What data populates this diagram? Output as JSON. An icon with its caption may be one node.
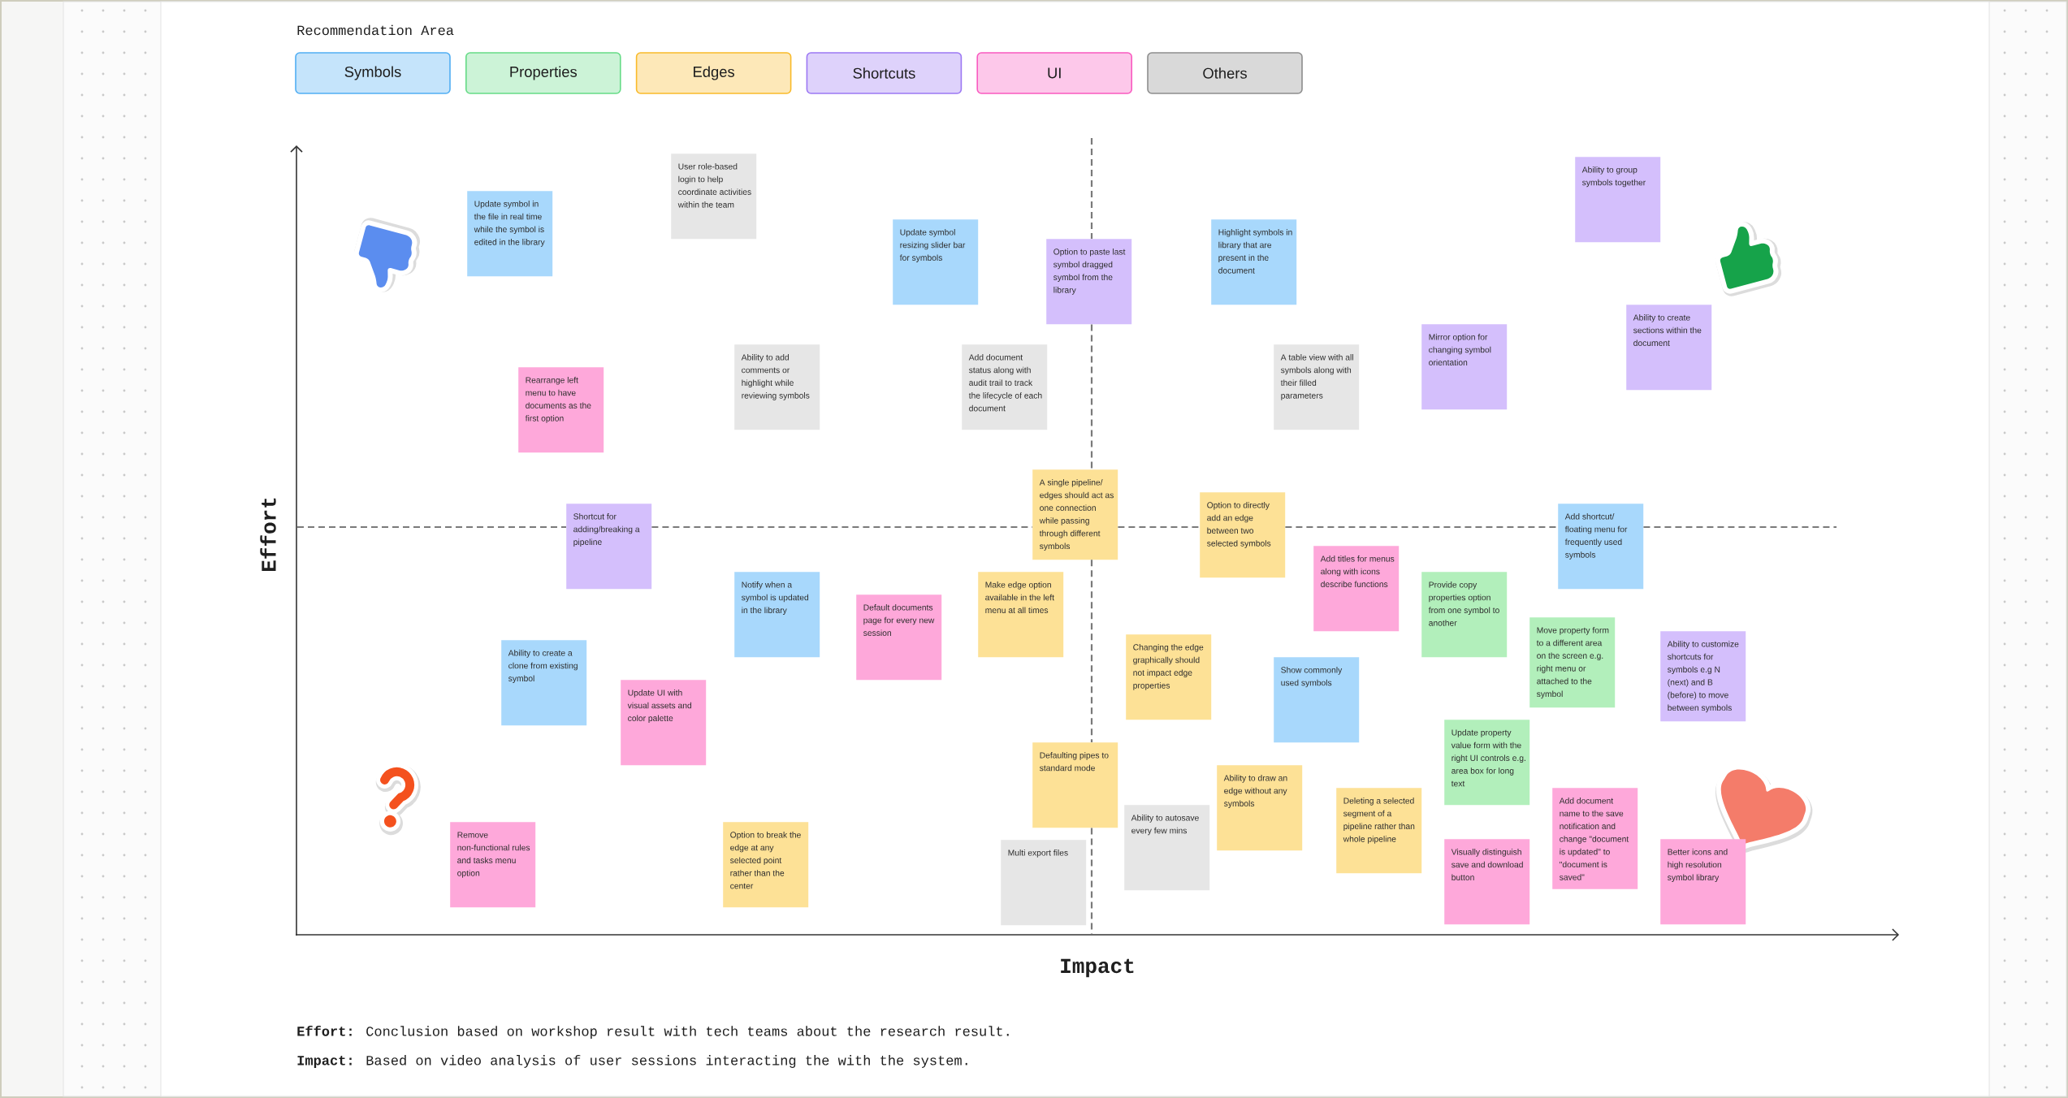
{
  "diagram": {
    "nodes": [
      {
        "text": [
          "User role-based login to help coordinate activities within the team"
        ]
      },
      {
        "text": [
          "Ability to group symbols together"
        ]
      },
      {
        "text": [
          "Update symbol in the file in real time while the symbol is edited in the library"
        ]
      },
      {
        "text": [
          "Update symbol resizing slider bar for symbols"
        ]
      },
      {
        "text": [
          "Highlight symbols in library that are present in the document"
        ]
      },
      {
        "text": [
          "Option to paste last symbol dragged symbol from the library"
        ]
      },
      {
        "text": [
          "Ability to create sections within the document"
        ]
      },
      {
        "text": [
          "Mirror option for changing symbol orientation"
        ]
      },
      {
        "text": [
          "Ability to add comments or highlight while reviewing symbols"
        ]
      },
      {
        "text": [
          "Add document status along with audit trail to track the lifecycle of each document"
        ]
      },
      {
        "text": [
          "A table view with all symbols along with their filled parameters"
        ]
      },
      {
        "text": [
          "Rearrange left menu to have documents as the first option"
        ]
      },
      {
        "text": [
          "A single pipeline/ edges should act as one connection while passing through different symbols"
        ]
      },
      {
        "text": [
          "Option to directly add an edge between two selected symbols"
        ]
      },
      {
        "text": [
          "Shortcut for adding/breaking a pipeline"
        ]
      },
      {
        "text": [
          "Add shortcut/ floating menu for frequently used symbols"
        ]
      },
      {
        "text": [
          "Add titles for menus along with icons describe functions"
        ]
      },
      {
        "text": [
          "Notify when a symbol is updated in the library"
        ]
      },
      {
        "text": [
          "Make edge option available in the left menu at all times"
        ]
      },
      {
        "text": [
          "Provide copy properties option from one symbol to another"
        ]
      },
      {
        "text": [
          "Default documents page for every new session"
        ]
      },
      {
        "text": [
          "Move property form to a different area on the screen e.g. right menu or attached to the symbol"
        ]
      },
      {
        "text": [
          "Ability to customize shortcuts for symbols e.g N (next) and B (before) to move between symbols"
        ]
      },
      {
        "text": [
          "Changing the edge graphically should not impact edge properties"
        ]
      },
      {
        "text": [
          "Ability to create a clone from existing symbol"
        ]
      },
      {
        "text": [
          "Show commonly used symbols"
        ]
      },
      {
        "text": [
          "Update UI with visual assets and color palette"
        ]
      },
      {
        "text": [
          "Update property value form with the right UI controls e.g. area box for long text"
        ]
      },
      {
        "text": [
          "Defaulting pipes to standard mode"
        ]
      },
      {
        "text": [
          "Ability to draw an edge without any symbols"
        ]
      },
      {
        "text": [
          "Deleting a selected segment of a pipeline rather than whole pipeline"
        ]
      },
      {
        "text": [
          "Add document name to the save notification and change \"document is updated\" to \"document is saved\""
        ]
      },
      {
        "text": [
          "Ability to autosave every few mins"
        ]
      },
      {
        "text": [
          "Remove non-functional rules and tasks menu option"
        ]
      },
      {
        "text": [
          "Option to break the edge at any selected point rather than the center"
        ]
      },
      {
        "text": [
          "Multi export files"
        ]
      },
      {
        "text": [
          "Visually distinguish save and download button"
        ]
      },
      {
        "text": [
          "Better icons and high resolution symbol library"
        ]
      }
    ],
    "labels": [
      "Recommendation Area",
      "Effort",
      "Impact",
      "**Effort:** Conclusion based on workshop result with tech teams about the research result.",
      "**Impact:** Based on video analysis of user sessions interacting the with the system."
    ],
    "legend": [
      {
        "text": "Symbols",
        "color": "#c5e4fb"
      },
      {
        "text": "Properties",
        "color": "#ccf3d7"
      },
      {
        "text": "Edges",
        "color": "#fde8b8"
      },
      {
        "text": "Shortcuts",
        "color": "#ded2fb"
      },
      {
        "text": "UI",
        "color": "#fdc8ea"
      },
      {
        "text": "Others",
        "color": "#d9d9d9"
      }
    ]
  }
}
